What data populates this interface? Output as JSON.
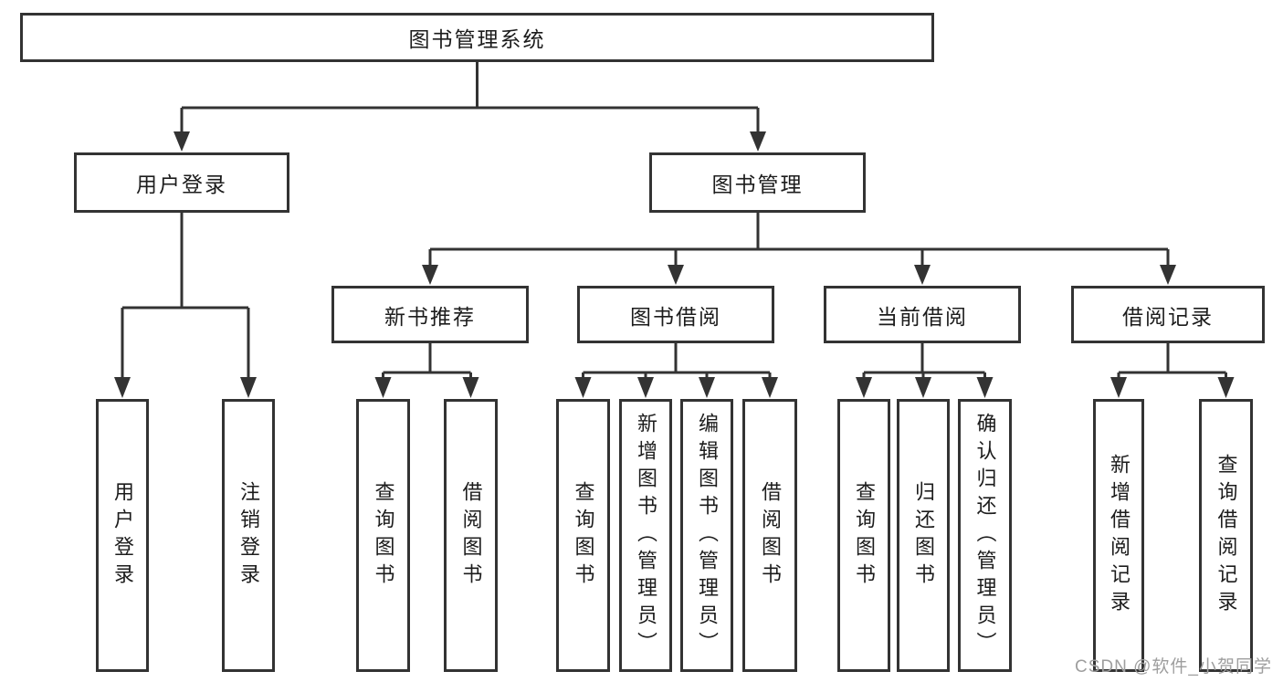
{
  "diagram": {
    "root": {
      "label": "图书管理系统"
    },
    "level2": [
      {
        "label": "用户登录"
      },
      {
        "label": "图书管理"
      }
    ],
    "level3": [
      {
        "label": "新书推荐"
      },
      {
        "label": "图书借阅"
      },
      {
        "label": "当前借阅"
      },
      {
        "label": "借阅记录"
      }
    ],
    "level4": [
      {
        "label": "用户登录"
      },
      {
        "label": "注销登录"
      },
      {
        "label": "查询图书"
      },
      {
        "label": "借阅图书"
      },
      {
        "label": "查询图书"
      },
      {
        "label": "新增图书（管理员）"
      },
      {
        "label": "编辑图书（管理员）"
      },
      {
        "label": "借阅图书"
      },
      {
        "label": "查询图书"
      },
      {
        "label": "归还图书"
      },
      {
        "label": "确认归还（管理员）"
      },
      {
        "label": "新增借阅记录"
      },
      {
        "label": "查询借阅记录"
      }
    ]
  },
  "watermark": {
    "text": "CSDN @软件_小贺同学"
  },
  "colors": {
    "line": "#333333",
    "text": "#1c1c1c",
    "watermark": "#9e9e9e",
    "background": "#ffffff"
  }
}
